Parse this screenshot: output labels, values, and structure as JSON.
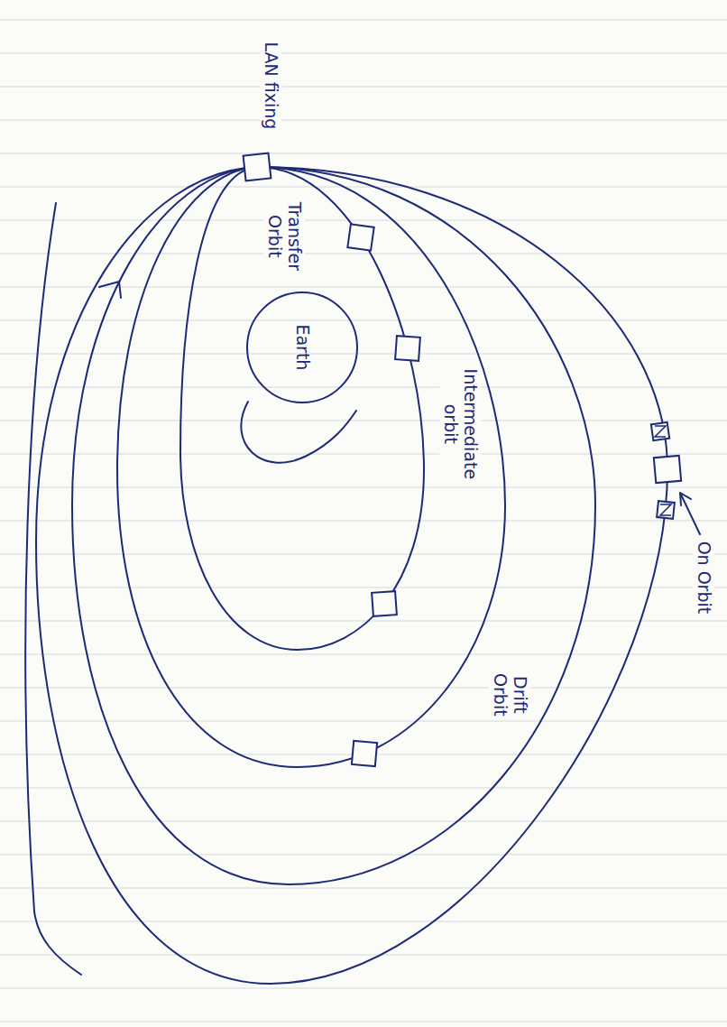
{
  "diagram": {
    "nodes": [
      {
        "text": [
          "Earth"
        ]
      }
    ],
    "labels": [
      "LAN fixing",
      "Transfer Orbit",
      "Intermediate orbit",
      "Drift Orbit",
      "On Orbit"
    ]
  }
}
